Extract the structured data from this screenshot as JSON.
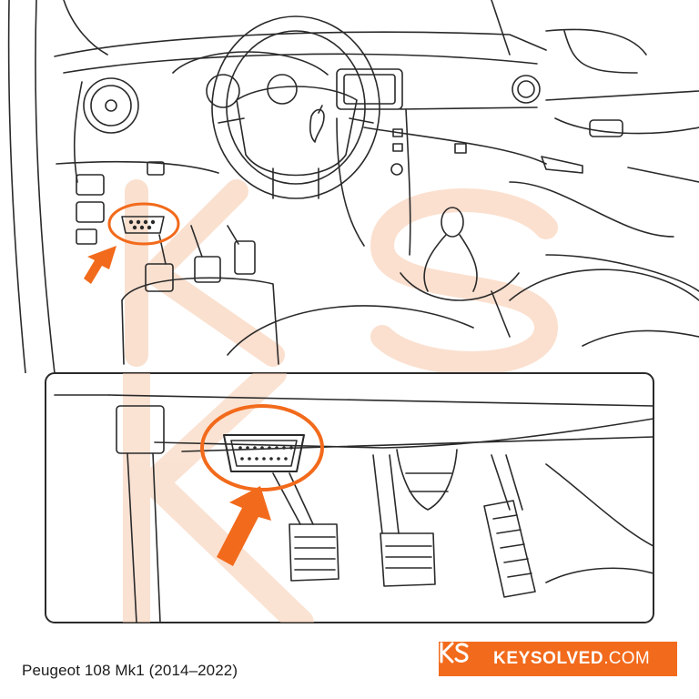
{
  "caption": "Peugeot 108 Mk1 (2014–2022)",
  "brand": {
    "name": "KEYSOLVED",
    "tld": ".COM",
    "logo_icon": "ks-monogram-icon"
  },
  "colors": {
    "accent": "#f26a1b",
    "watermark": "#f7c7a8",
    "line": "#2a2a2a",
    "text": "#1c1c1c",
    "background": "#ffffff"
  }
}
